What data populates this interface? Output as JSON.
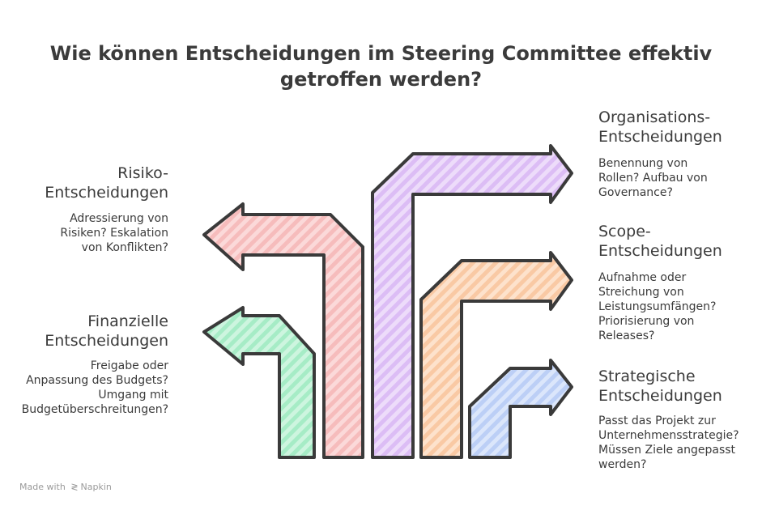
{
  "title": {
    "line1": "Wie können Entscheidungen im Steering Committee effektiv",
    "line2": "getroffen werden?"
  },
  "items": {
    "risiko": {
      "label": [
        "Risiko-",
        "Entscheidungen"
      ],
      "desc": [
        "Adressierung von",
        "Risiken? Eskalation",
        "von Konflikten?"
      ],
      "color": "#f9c9c9"
    },
    "finanz": {
      "label": [
        "Finanzielle",
        "Entscheidungen"
      ],
      "desc": [
        "Freigabe oder",
        "Anpassung des Budgets?",
        "Umgang mit",
        "Budgetüberschreitungen?"
      ],
      "color": "#b9f0d2"
    },
    "organisation": {
      "label": [
        "Organisations-",
        "Entscheidungen"
      ],
      "desc": [
        "Benennung von",
        "Rollen? Aufbau von",
        "Governance?"
      ],
      "color": "#e4ccf7"
    },
    "scope": {
      "label": [
        "Scope-",
        "Entscheidungen"
      ],
      "desc": [
        "Aufnahme oder",
        "Streichung von",
        "Leistungsumfängen?",
        "Priorisierung von",
        "Releases?"
      ],
      "color": "#fbd6b8"
    },
    "strategie": {
      "label": [
        "Strategische",
        "Entscheidungen"
      ],
      "desc": [
        "Passt das Projekt zur",
        "Unternehmensstrategie?",
        "Müssen Ziele angepasst",
        "werden?"
      ],
      "color": "#c9d9f9"
    }
  },
  "footer": {
    "made_with": "Made with",
    "brand": "Napkin"
  },
  "outline_color": "#3a3a3a"
}
